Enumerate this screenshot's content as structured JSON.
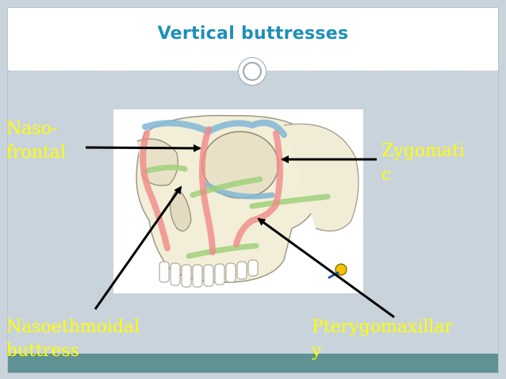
{
  "slide": {
    "title": "Vertical buttresses"
  },
  "labels": {
    "naso_frontal": "Naso-\nfrontal",
    "zygomatic": "Zygomati\nc",
    "nasoethmoidal": "Nasoethmoidal\nbuttress",
    "pterygomaxillary": "Pterygomaxillar\ny"
  },
  "colors": {
    "title": "#1f8fb8",
    "label": "#ffff00",
    "background": "#c9d3dc",
    "bottom_band": "#5f9292",
    "arrow": "#000000",
    "buttress_red": "#f08a8a",
    "buttress_blue": "#7fb6d6",
    "buttress_green": "#9fd07a"
  },
  "illustration": {
    "subject": "skull-buttress-diagram",
    "icon": "pin-icon"
  }
}
